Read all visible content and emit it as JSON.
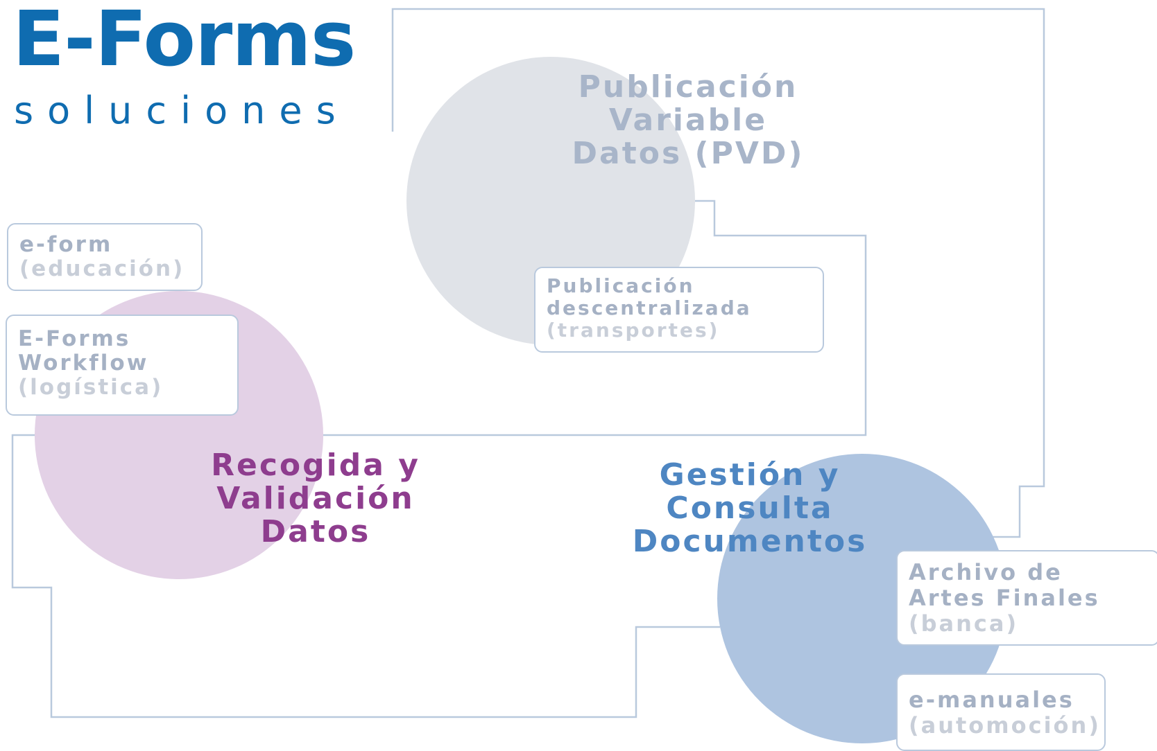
{
  "logo": {
    "title": "E-Forms",
    "subtitle": "soluciones",
    "color": "#0f6cb0"
  },
  "hubs": {
    "pvd": {
      "lines": [
        "Publicación",
        "Variable",
        "Datos (PVD)"
      ],
      "color": "#a8b5c9",
      "circle_color": "#e0e3e8"
    },
    "recogida": {
      "lines": [
        "Recogida y",
        "Validación",
        "Datos"
      ],
      "color": "#8e3d8e",
      "circle_color": "#e3d1e6"
    },
    "gestion": {
      "lines": [
        "Gestión y",
        "Consulta",
        "Documentos"
      ],
      "color": "#4e86c2",
      "circle_color": "#aec4e0"
    }
  },
  "boxes": {
    "eform": {
      "title": [
        "e-form"
      ],
      "sector": "(educación)"
    },
    "workflow": {
      "title": [
        "E-Forms",
        "Workflow"
      ],
      "sector": "(logística)"
    },
    "publicacion": {
      "title": [
        "Publicación",
        "descentralizada"
      ],
      "sector": "(transportes)"
    },
    "archivo": {
      "title": [
        "Archivo de",
        "Artes Finales"
      ],
      "sector": "(banca)"
    },
    "emanuales": {
      "title": [
        "e-manuales"
      ],
      "sector": "(automoción)"
    }
  },
  "line_color": "#b9c9dd"
}
